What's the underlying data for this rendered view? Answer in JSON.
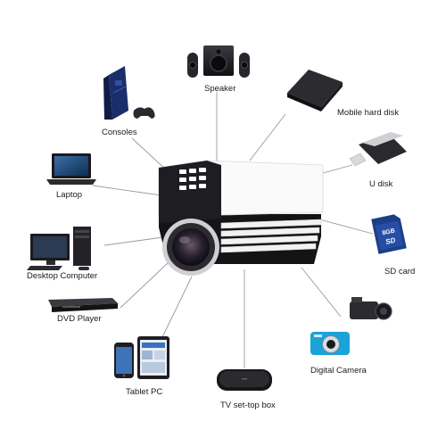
{
  "devices": {
    "speaker": "Speaker",
    "consoles": "Consoles",
    "mobile_hard_disk": "Mobile hard disk",
    "laptop": "Laptop",
    "u_disk": "U disk",
    "desktop_computer": "Desktop Computer",
    "sd_card": "SD card",
    "dvd_player": "DVD Player",
    "digital_camera": "Digital Camera",
    "tablet_pc": "Tablet PC",
    "tv_set_top_box": "TV set-top box"
  },
  "sd_card_print": {
    "capacity": "8GB",
    "brand": "SD"
  },
  "colors": {
    "projector_body": "#ffffff",
    "projector_dark": "#1e1e22",
    "lens_ring": "#d8d8dc",
    "connector_line": "#9a9a9a",
    "camera_blue": "#1aa3d9"
  }
}
